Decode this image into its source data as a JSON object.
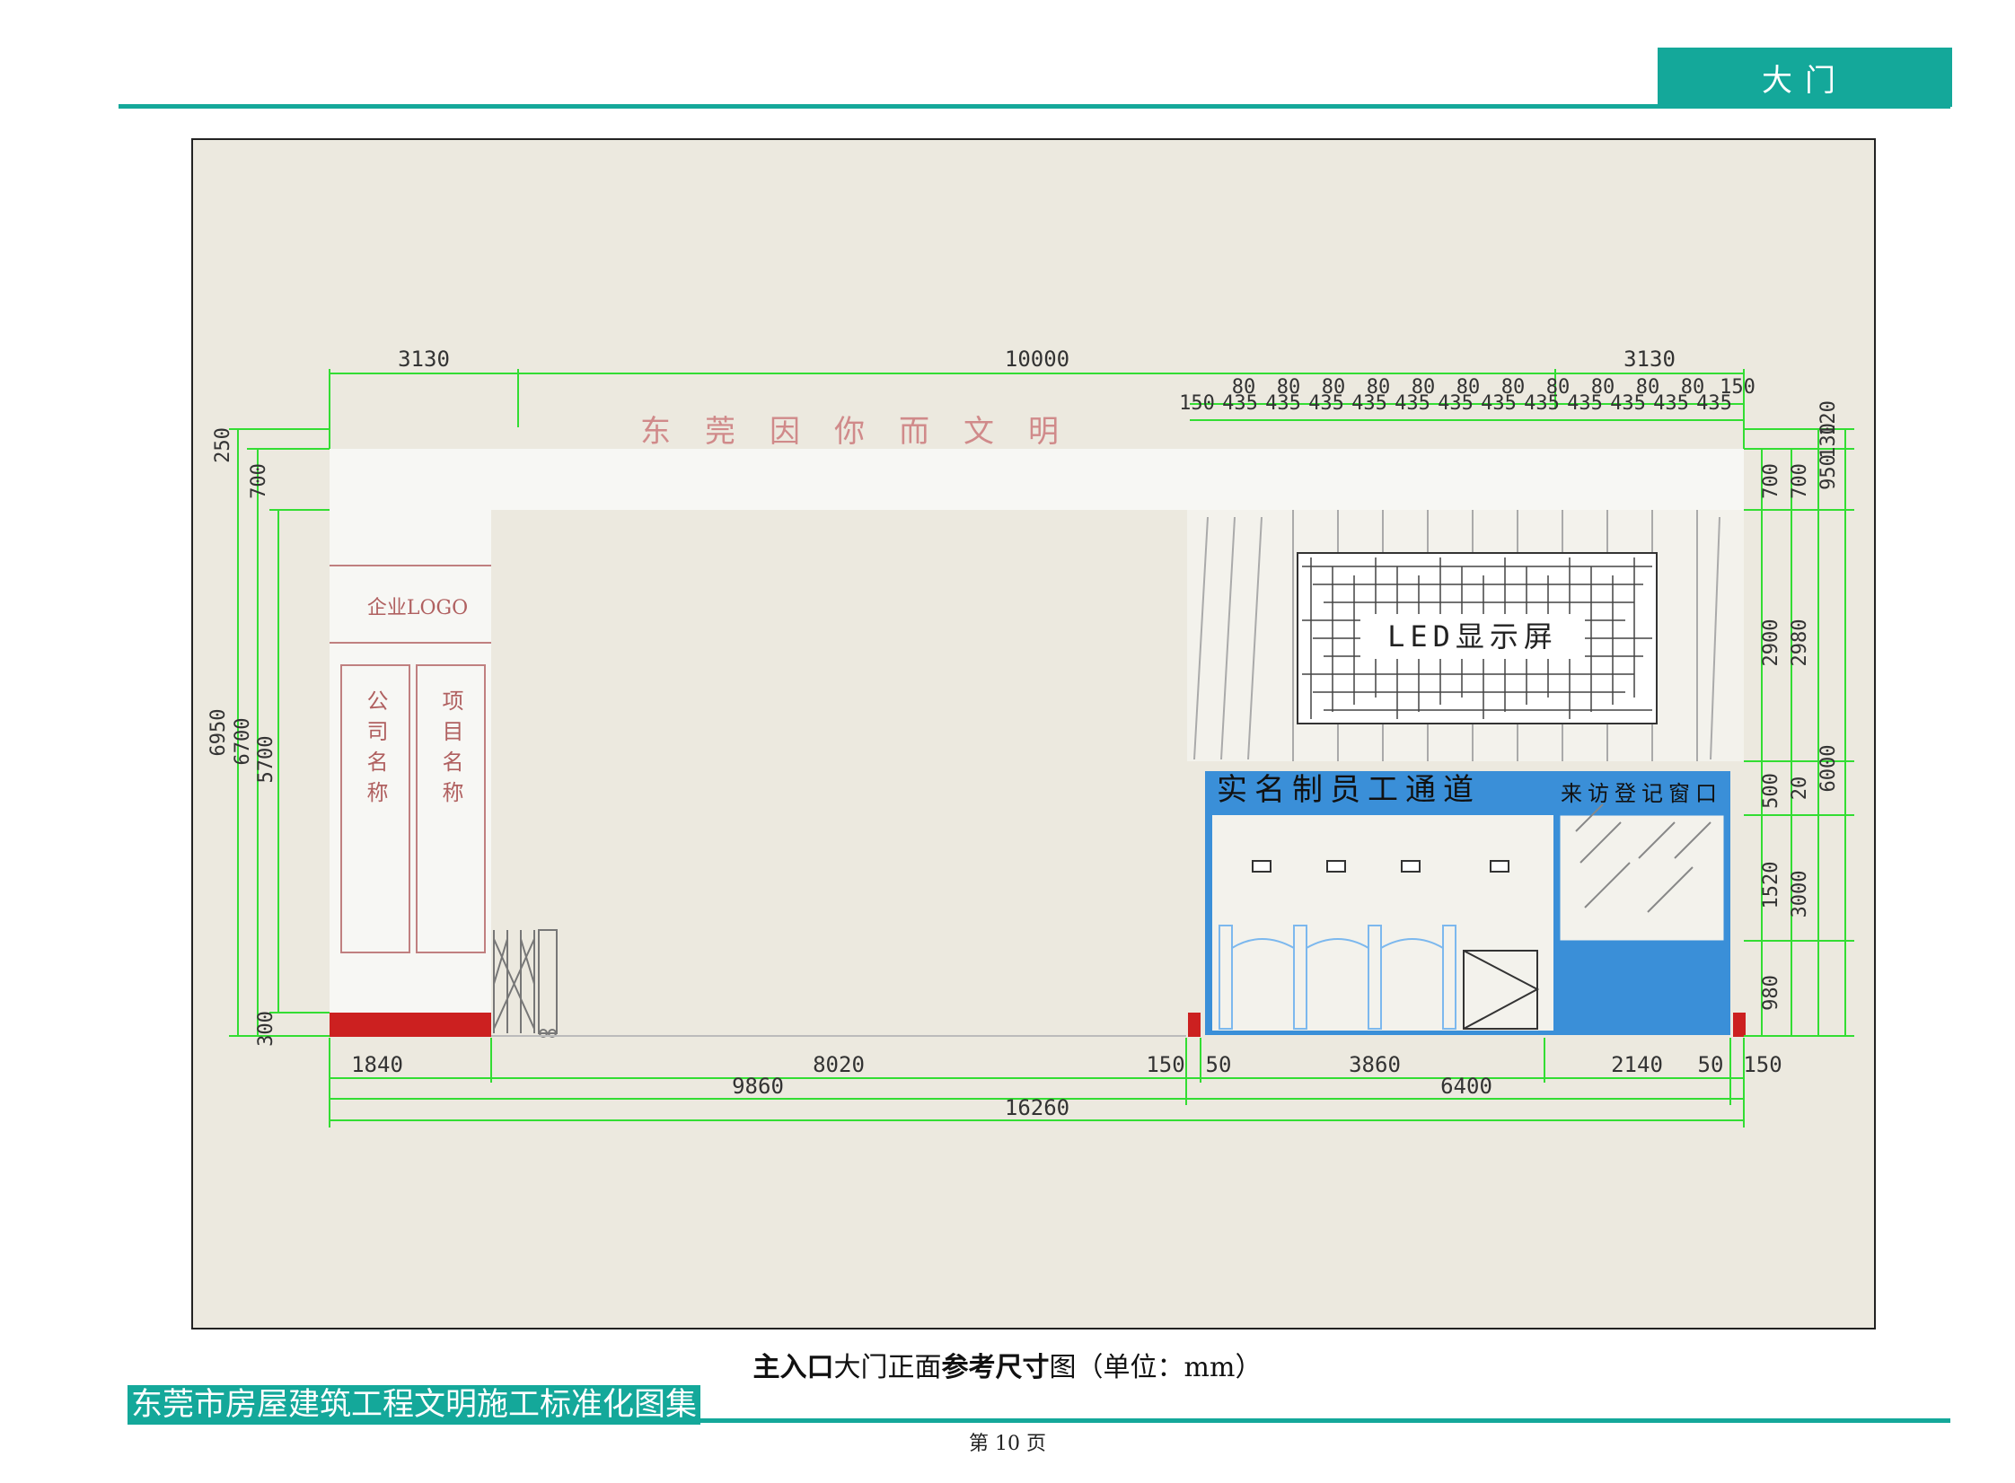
{
  "header": {
    "section": "大门"
  },
  "drawing": {
    "slogan": "东莞因你而文明",
    "left_column": {
      "logo_label": "企业LOGO",
      "company_name": "公司名称",
      "project_name": "项目名称"
    },
    "right_building": {
      "led_label": "LED显示屏",
      "passage_label": "实名制员工通道",
      "visitor_label": "来访登记窗口"
    },
    "dims_top": [
      "3130",
      "10000",
      "3130"
    ],
    "dims_top_fins_80": [
      "80",
      "80",
      "80",
      "80",
      "80",
      "80",
      "80",
      "80",
      "80",
      "80",
      "80",
      "150"
    ],
    "dims_top_fins_435": [
      "150",
      "435",
      "435",
      "435",
      "435",
      "435",
      "435",
      "435",
      "435",
      "435",
      "435",
      "435",
      "435"
    ],
    "dims_left": [
      "250",
      "700",
      "6950",
      "6700",
      "5700",
      "300"
    ],
    "dims_right_a": [
      "700",
      "2900",
      "500",
      "1520",
      "980"
    ],
    "dims_right_b": [
      "700",
      "2980",
      "20",
      "3000"
    ],
    "dims_right_c": [
      "120",
      "950",
      "130",
      "6000"
    ],
    "dims_bottom_1": [
      "1840",
      "8020",
      "150",
      "50",
      "3860",
      "2140",
      "50",
      "150"
    ],
    "dims_bottom_2": [
      "9860",
      "6400"
    ],
    "dims_bottom_3": [
      "16260"
    ]
  },
  "caption": {
    "bold_1": "主入口",
    "normal_1": "大门正面",
    "bold_2": "参考尺寸",
    "normal_2": "图（单位：mm）"
  },
  "footer": {
    "title": "东莞市房屋建筑工程文明施工标准化图集",
    "page": "第 10 页"
  }
}
